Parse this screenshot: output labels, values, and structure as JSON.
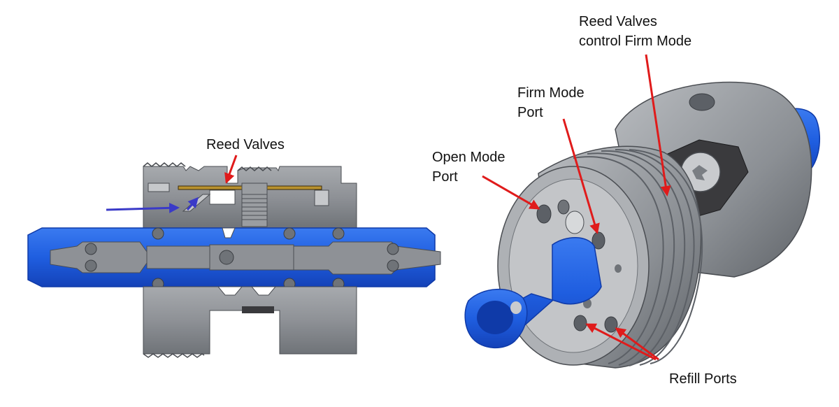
{
  "colors": {
    "metal": "#8e9196",
    "metal_dark": "#5c6066",
    "metal_light": "#b4b7bb",
    "blue": "#1f5ee0",
    "blue_dark": "#0f3aa8",
    "reed": "#b8912e",
    "arrow_red": "#e01b1b",
    "arrow_blue": "#3a3ac8",
    "dark_part": "#3a3a3d"
  },
  "labels": {
    "reed_valves": "Reed Valves",
    "reed_firm_line1": "Reed Valves",
    "reed_firm_line2": "control Firm Mode",
    "firm_port_line1": "Firm Mode",
    "firm_port_line2": "Port",
    "open_port_line1": "Open Mode",
    "open_port_line2": "Port",
    "refill_ports": "Refill Ports"
  }
}
